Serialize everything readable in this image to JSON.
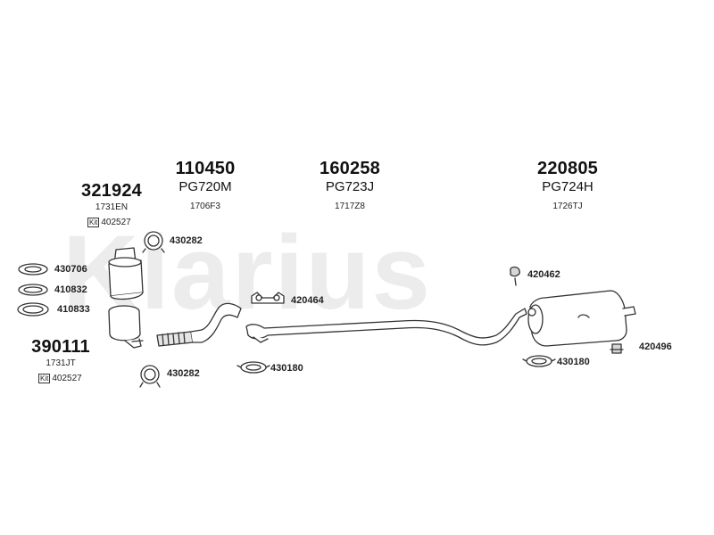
{
  "watermark": "Klarius",
  "groups": [
    {
      "main": "321924",
      "sub": "1731EN",
      "kit": "402527"
    },
    {
      "main": "110450",
      "mid": "PG720M",
      "sub": "1706F3"
    },
    {
      "main": "160258",
      "mid": "PG723J",
      "sub": "1717Z8"
    },
    {
      "main": "220805",
      "mid": "PG724H",
      "sub": "1726TJ"
    },
    {
      "main": "390111",
      "sub": "1731JT",
      "kit": "402527"
    }
  ],
  "kit_label": "Kit",
  "parts": {
    "p430282a": "430282",
    "p430706": "430706",
    "p410832": "410832",
    "p410833": "410833",
    "p420464": "420464",
    "p420462": "420462",
    "p420496": "420496",
    "p430282b": "430282",
    "p430180a": "430180",
    "p430180b": "430180"
  },
  "colors": {
    "line": "#333333",
    "fill": "#ffffff",
    "shade": "#d6d6d6",
    "watermark": "#ececec"
  }
}
